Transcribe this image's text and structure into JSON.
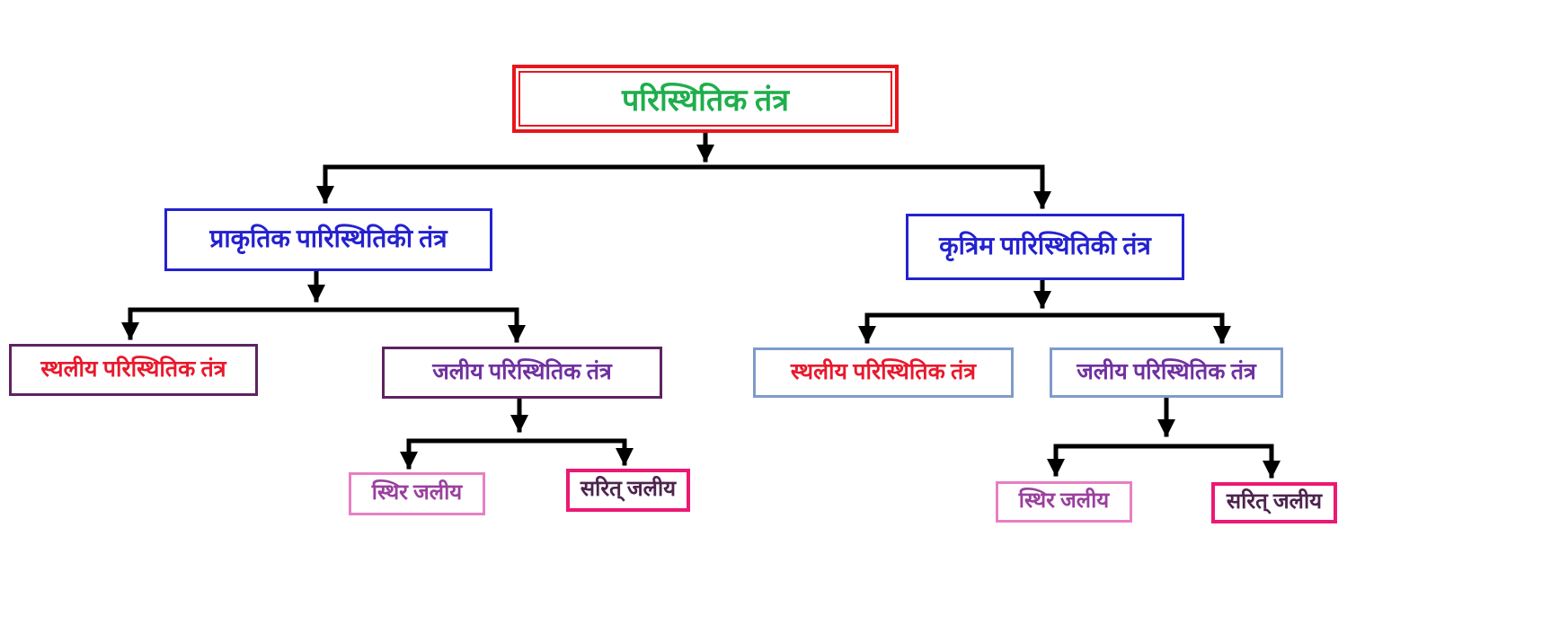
{
  "diagram": {
    "type": "flowchart",
    "language": "Hindi",
    "connector_color": "#000000",
    "background_color": "#ffffff"
  },
  "nodes": {
    "root": {
      "label": "परिस्थितिक तंत्र",
      "text_color": "#1fae4c",
      "border_color": "#e8151c",
      "border_style": "double"
    },
    "natural": {
      "label": "प्राकृतिक पारिस्थितिकी तंत्र",
      "text_color": "#2421d0",
      "border_color": "#2421d0"
    },
    "artificial": {
      "label": "कृत्रिम पारिस्थितिकी तंत्र",
      "text_color": "#2421d0",
      "border_color": "#2421d0"
    },
    "natural_terrestrial": {
      "label": "स्थलीय परिस्थितिक तंत्र",
      "text_color": "#e8192c",
      "border_color": "#5e2360"
    },
    "natural_aquatic": {
      "label": "जलीय परिस्थितिक तंत्र",
      "text_color": "#7030a0",
      "border_color": "#5e2360"
    },
    "natural_still": {
      "label": "स्थिर जलीय",
      "text_color": "#9a3f9e",
      "border_color": "#e87fc3"
    },
    "natural_flowing": {
      "label": "सरित् जलीय",
      "text_color": "#4d234d",
      "border_color": "#ec1973"
    },
    "artificial_terrestrial": {
      "label": "स्थलीय परिस्थितिक तंत्र",
      "text_color": "#e8192c",
      "border_color": "#7f9bc9"
    },
    "artificial_aquatic": {
      "label": "जलीय परिस्थितिक तंत्र",
      "text_color": "#7030a0",
      "border_color": "#7f9bc9"
    },
    "artificial_still": {
      "label": "स्थिर जलीय",
      "text_color": "#9a3f9e",
      "border_color": "#e87fc3"
    },
    "artificial_flowing": {
      "label": "सरित् जलीय",
      "text_color": "#4d234d",
      "border_color": "#ec1973"
    }
  },
  "edges": [
    {
      "from": "root",
      "to": "natural"
    },
    {
      "from": "root",
      "to": "artificial"
    },
    {
      "from": "natural",
      "to": "natural_terrestrial"
    },
    {
      "from": "natural",
      "to": "natural_aquatic"
    },
    {
      "from": "natural_aquatic",
      "to": "natural_still"
    },
    {
      "from": "natural_aquatic",
      "to": "natural_flowing"
    },
    {
      "from": "artificial",
      "to": "artificial_terrestrial"
    },
    {
      "from": "artificial",
      "to": "artificial_aquatic"
    },
    {
      "from": "artificial_aquatic",
      "to": "artificial_still"
    },
    {
      "from": "artificial_aquatic",
      "to": "artificial_flowing"
    }
  ]
}
